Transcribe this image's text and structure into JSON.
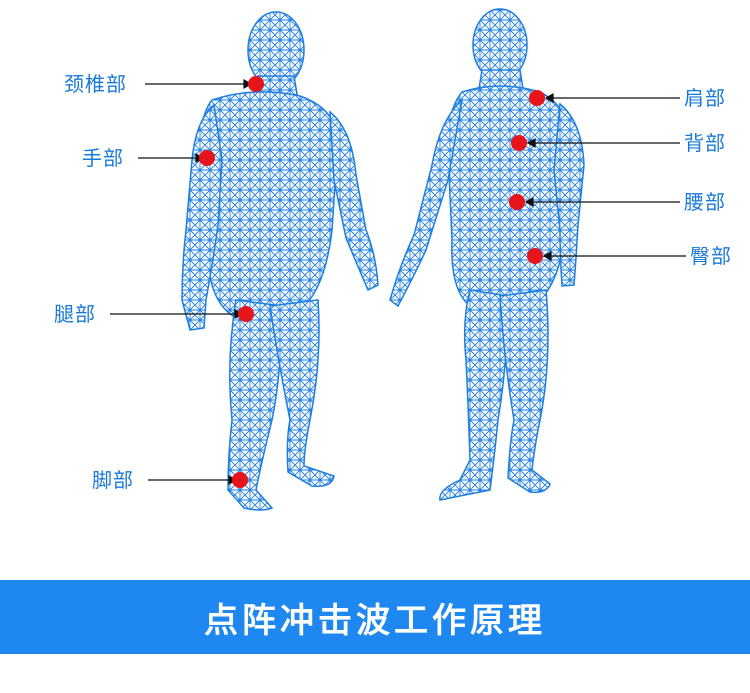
{
  "labels": {
    "neck": "颈椎部",
    "hand": "手部",
    "leg": "腿部",
    "foot": "脚部",
    "shoulder": "肩部",
    "back": "背部",
    "waist": "腰部",
    "hip": "臀部"
  },
  "banner": {
    "title": "点阵冲击波工作原理"
  },
  "colors": {
    "mesh": "#1e7ee0",
    "mesh_light": "#4aa8ff",
    "point": "#e8141c",
    "label": "#1a7ad8",
    "banner": "#1e88f0"
  }
}
